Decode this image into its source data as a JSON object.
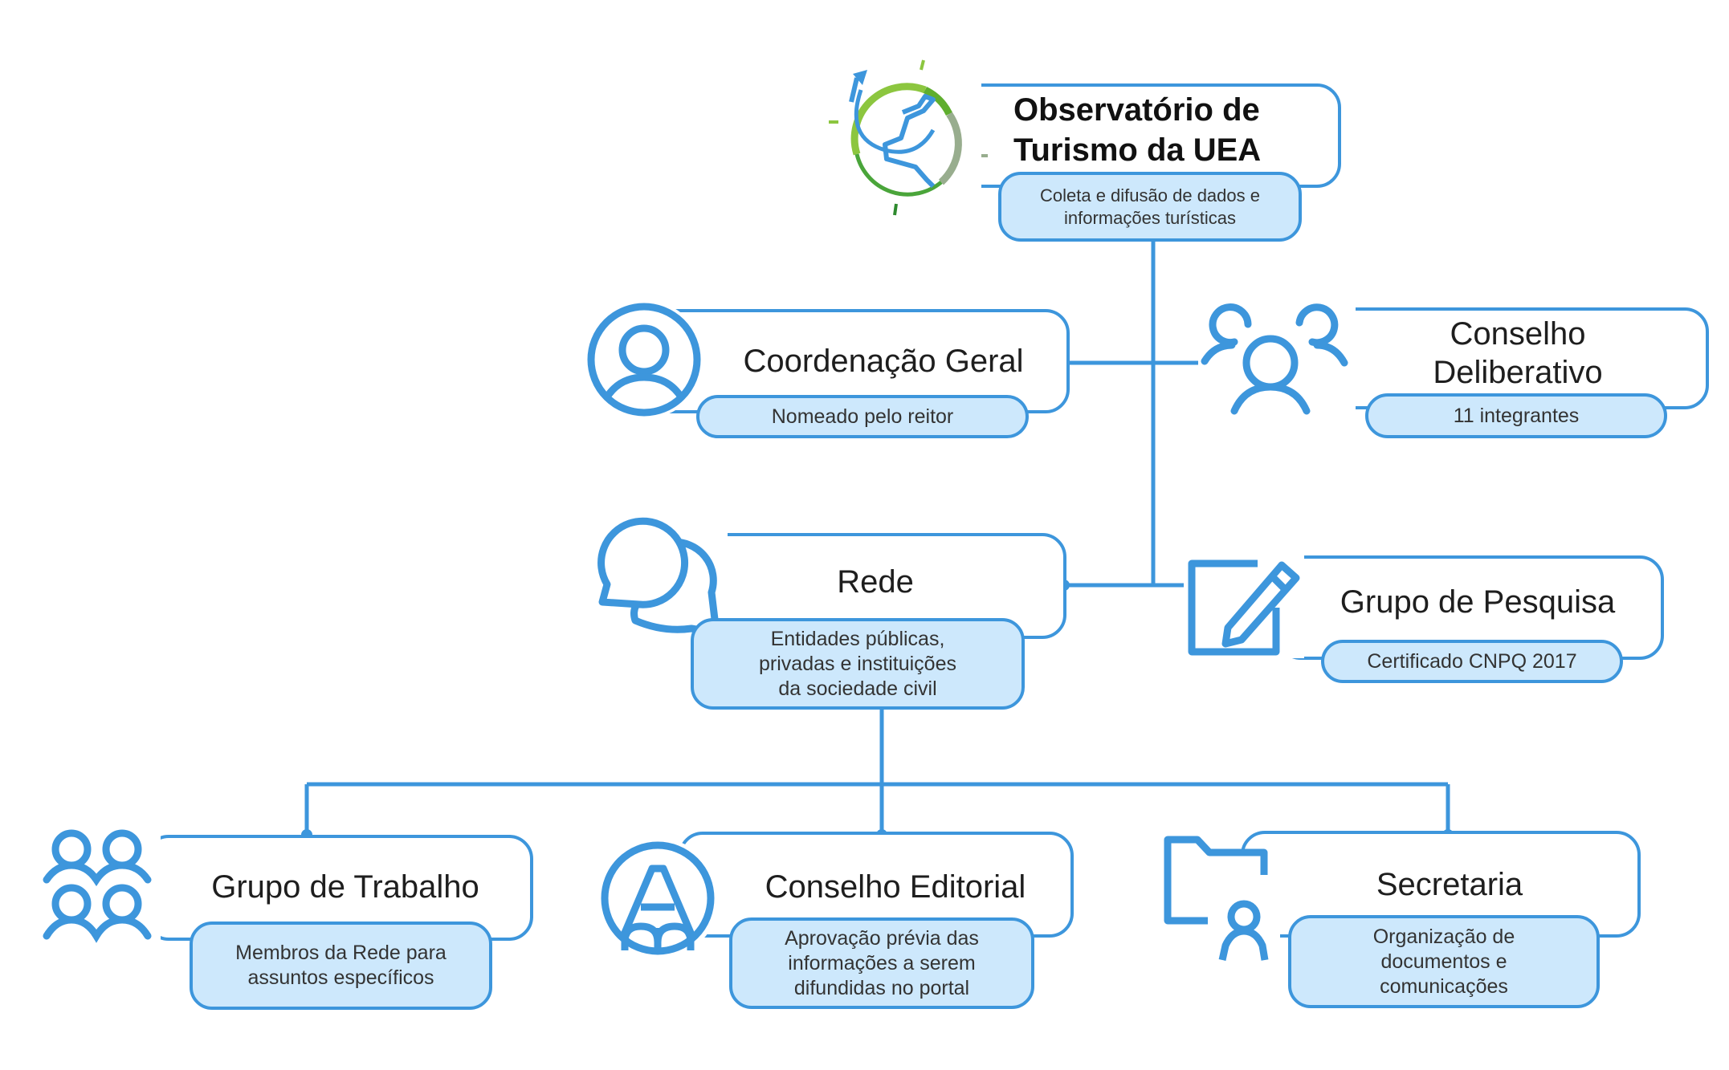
{
  "diagram": {
    "type": "org-chart",
    "line_color": "#3d96dc",
    "pill_fill": "#cde8fc",
    "root": {
      "title": "Observatório de\nTurismo da UEA",
      "description": "Coleta e difusão de dados e\ninformações turísticas",
      "icon": "globe-logo-icon"
    },
    "level1": [
      {
        "id": "coordenacao",
        "title": "Coordenação Geral",
        "description": "Nomeado pelo reitor",
        "icon": "user-circle-icon"
      },
      {
        "id": "conselho-deliberativo",
        "title": "Conselho\nDeliberativo",
        "description": "11 integrantes",
        "icon": "users-group-icon"
      }
    ],
    "level2": [
      {
        "id": "rede",
        "title": "Rede",
        "description": "Entidades públicas,\nprivadas e instituições\nda sociedade civil",
        "icon": "chat-bubbles-icon"
      },
      {
        "id": "grupo-pesquisa",
        "title": "Grupo de Pesquisa",
        "description": "Certificado CNPQ 2017",
        "icon": "edit-pencil-icon"
      }
    ],
    "level3": [
      {
        "id": "grupo-trabalho",
        "title": "Grupo de Trabalho",
        "description": "Membros da Rede para\nassuntos específicos",
        "icon": "four-users-icon"
      },
      {
        "id": "conselho-editorial",
        "title": "Conselho Editorial",
        "description": "Aprovação prévia das\ninformações a serem\ndifundidas no portal",
        "icon": "pencil-tip-circle-icon"
      },
      {
        "id": "secretaria",
        "title": "Secretaria",
        "description": "Organização de\ndocumentos e\ncomunicações",
        "icon": "folder-user-icon"
      }
    ]
  }
}
